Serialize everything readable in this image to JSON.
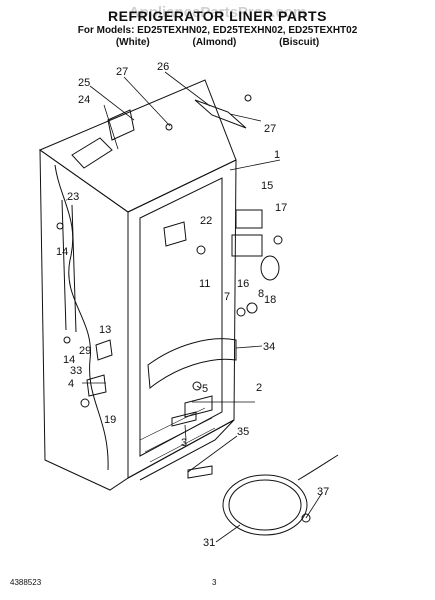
{
  "header": {
    "title": "REFRIGERATOR LINER PARTS",
    "models": "For Models: ED25TEXHN02, ED25TEXHN02, ED25TEXHT02",
    "colors": [
      "(White)",
      "(Almond)",
      "(Biscuit)"
    ]
  },
  "watermark": "AppliancePartsPros.com",
  "callouts": {
    "c1": "1",
    "c2": "2",
    "c3": "3",
    "c4": "4",
    "c5": "5",
    "c7": "7",
    "c8": "8",
    "c11": "11",
    "c13": "13",
    "c14a": "14",
    "c14b": "14",
    "c15": "15",
    "c16": "16",
    "c17": "17",
    "c18": "18",
    "c19": "19",
    "c22": "22",
    "c23": "23",
    "c24": "24",
    "c25": "25",
    "c26": "26",
    "c27a": "27",
    "c27b": "27",
    "c29": "29",
    "c31": "31",
    "c33": "33",
    "c34": "34",
    "c35": "35",
    "c37": "37"
  },
  "footer": {
    "doc_number": "4388523",
    "page_number": "3"
  }
}
